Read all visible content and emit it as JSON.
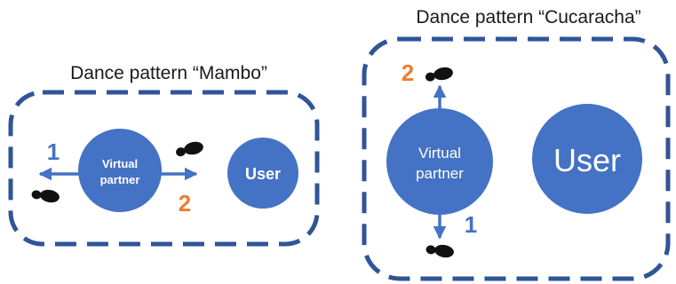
{
  "colors": {
    "blue": "#4472C4",
    "border_blue": "#2F5597",
    "orange": "#ED7D31",
    "shoe": "#111111"
  },
  "panels": {
    "mambo": {
      "title": "Dance pattern “Mambo”",
      "partner_line1": "Virtual",
      "partner_line2": "partner",
      "user_label": "User",
      "step1_label": "1",
      "step2_label": "2"
    },
    "cucaracha": {
      "title": "Dance pattern “Cucaracha”",
      "partner_line1": "Virtual",
      "partner_line2": "partner",
      "user_label": "User",
      "step1_label": "1",
      "step2_label": "2"
    }
  },
  "icons": [
    "footprint-icon",
    "arrow-icon"
  ]
}
